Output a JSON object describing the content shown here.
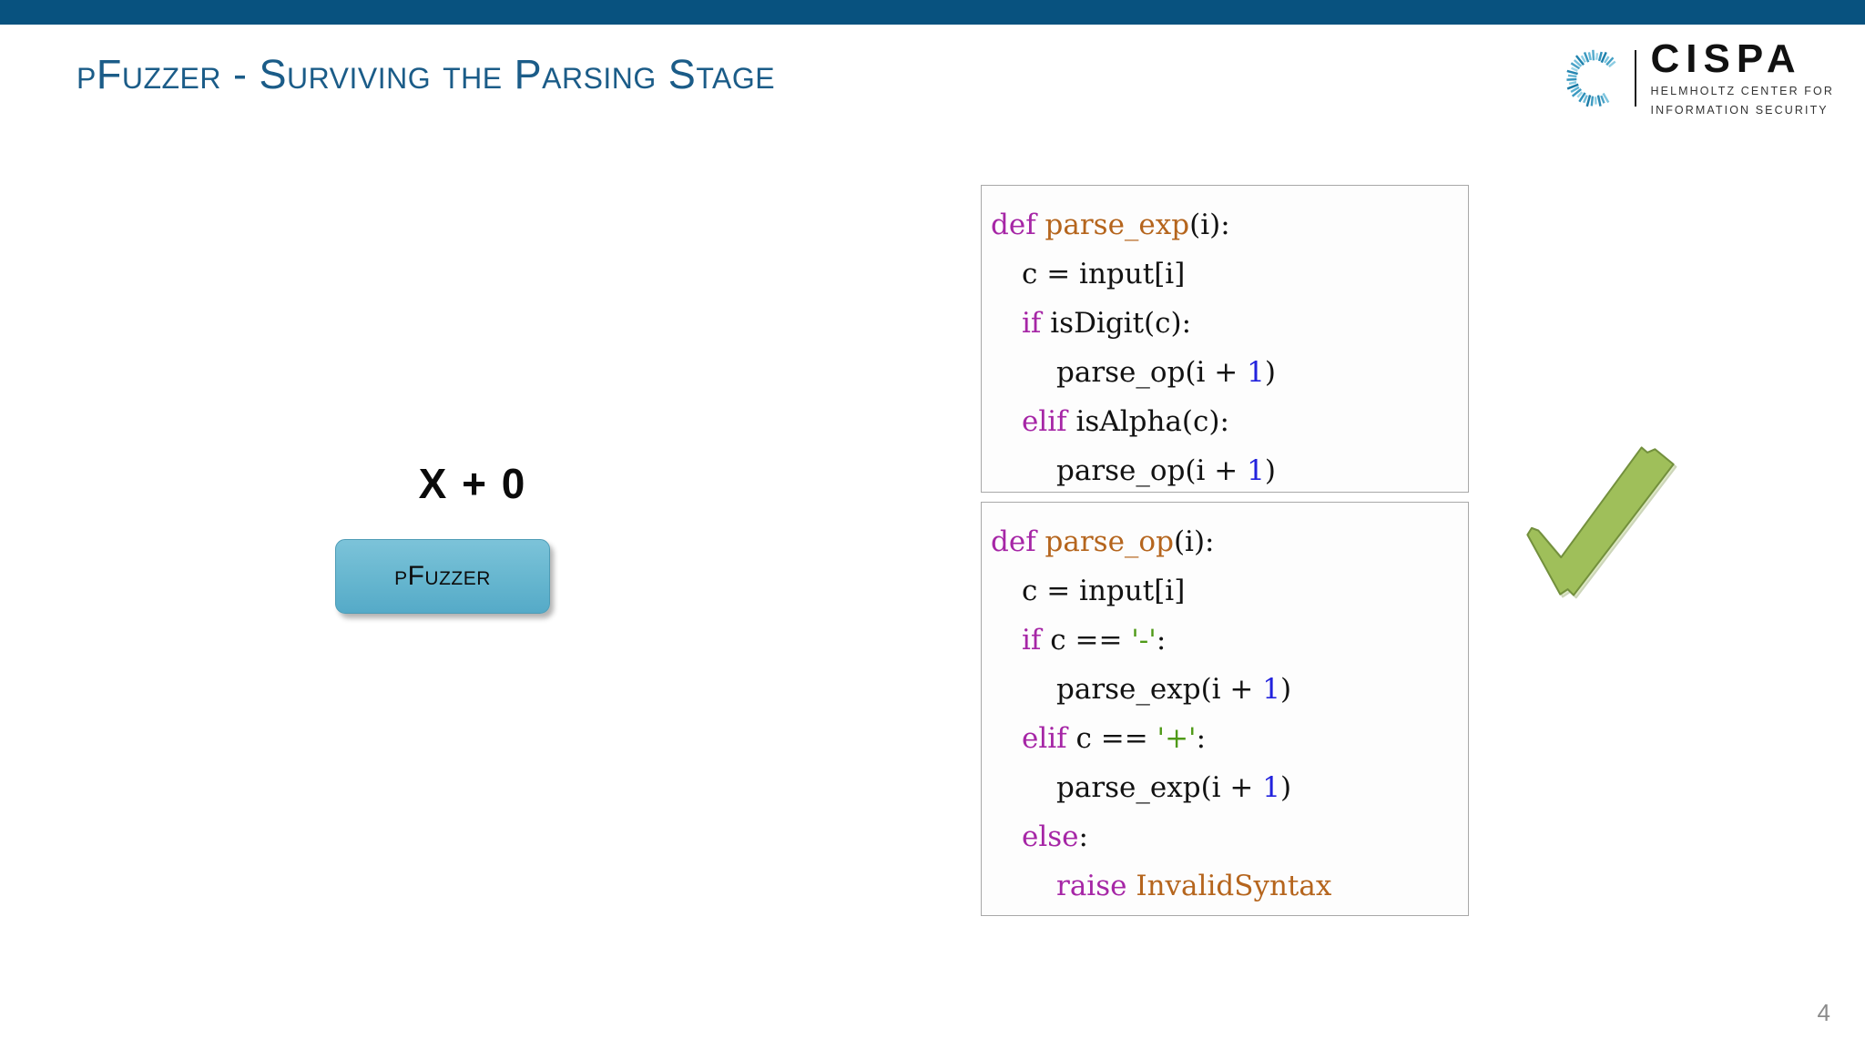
{
  "slide": {
    "title": "pFuzzer - Surviving the Parsing Stage",
    "page_number": "4",
    "accent_color": "#08527f",
    "title_color": "#1b5c88"
  },
  "logo": {
    "mark_name": "cispa-ring-icon",
    "word": "CISPA",
    "subtitle_line1": "HELMHOLTZ CENTER FOR",
    "subtitle_line2": "INFORMATION SECURITY"
  },
  "left_panel": {
    "input_string": "X + 0",
    "tool_label": "pFuzzer",
    "tool_color": "#66b6cf"
  },
  "result": {
    "icon_name": "green-checkmark-icon",
    "color": "#9fbf5a",
    "meaning": "accepted"
  },
  "code_blocks": [
    {
      "name": "parse_exp",
      "lines": [
        {
          "indent": 0,
          "tokens": [
            {
              "text": "def ",
              "type": "keyword"
            },
            {
              "text": "parse_exp",
              "type": "function"
            },
            {
              "text": "(i):",
              "type": "plain"
            }
          ]
        },
        {
          "indent": 1,
          "tokens": [
            {
              "text": "c = input[i]",
              "type": "plain"
            }
          ]
        },
        {
          "indent": 1,
          "tokens": [
            {
              "text": "if ",
              "type": "keyword"
            },
            {
              "text": "isDigit(c):",
              "type": "plain"
            }
          ]
        },
        {
          "indent": 2,
          "tokens": [
            {
              "text": "parse_op(i + ",
              "type": "plain"
            },
            {
              "text": "1",
              "type": "number"
            },
            {
              "text": ")",
              "type": "plain"
            }
          ]
        },
        {
          "indent": 1,
          "tokens": [
            {
              "text": "elif ",
              "type": "keyword"
            },
            {
              "text": "isAlpha(c):",
              "type": "plain"
            }
          ]
        },
        {
          "indent": 2,
          "tokens": [
            {
              "text": "parse_op(i + ",
              "type": "plain"
            },
            {
              "text": "1",
              "type": "number"
            },
            {
              "text": ")",
              "type": "plain"
            }
          ]
        }
      ]
    },
    {
      "name": "parse_op",
      "lines": [
        {
          "indent": 0,
          "tokens": [
            {
              "text": "def ",
              "type": "keyword"
            },
            {
              "text": "parse_op",
              "type": "function"
            },
            {
              "text": "(i):",
              "type": "plain"
            }
          ]
        },
        {
          "indent": 1,
          "tokens": [
            {
              "text": "c = input[i]",
              "type": "plain"
            }
          ]
        },
        {
          "indent": 1,
          "tokens": [
            {
              "text": "if ",
              "type": "keyword"
            },
            {
              "text": "c == ",
              "type": "plain"
            },
            {
              "text": "'-'",
              "type": "string"
            },
            {
              "text": ":",
              "type": "plain"
            }
          ]
        },
        {
          "indent": 2,
          "tokens": [
            {
              "text": "parse_exp(i + ",
              "type": "plain"
            },
            {
              "text": "1",
              "type": "number"
            },
            {
              "text": ")",
              "type": "plain"
            }
          ]
        },
        {
          "indent": 1,
          "tokens": [
            {
              "text": "elif ",
              "type": "keyword"
            },
            {
              "text": "c == ",
              "type": "plain"
            },
            {
              "text": "'+'",
              "type": "string"
            },
            {
              "text": ":",
              "type": "plain"
            }
          ]
        },
        {
          "indent": 2,
          "tokens": [
            {
              "text": "parse_exp(i + ",
              "type": "plain"
            },
            {
              "text": "1",
              "type": "number"
            },
            {
              "text": ")",
              "type": "plain"
            }
          ]
        },
        {
          "indent": 1,
          "tokens": [
            {
              "text": "else",
              "type": "keyword"
            },
            {
              "text": ":",
              "type": "plain"
            }
          ]
        },
        {
          "indent": 2,
          "tokens": [
            {
              "text": "raise ",
              "type": "keyword"
            },
            {
              "text": "InvalidSyntax",
              "type": "class"
            }
          ]
        }
      ]
    }
  ]
}
